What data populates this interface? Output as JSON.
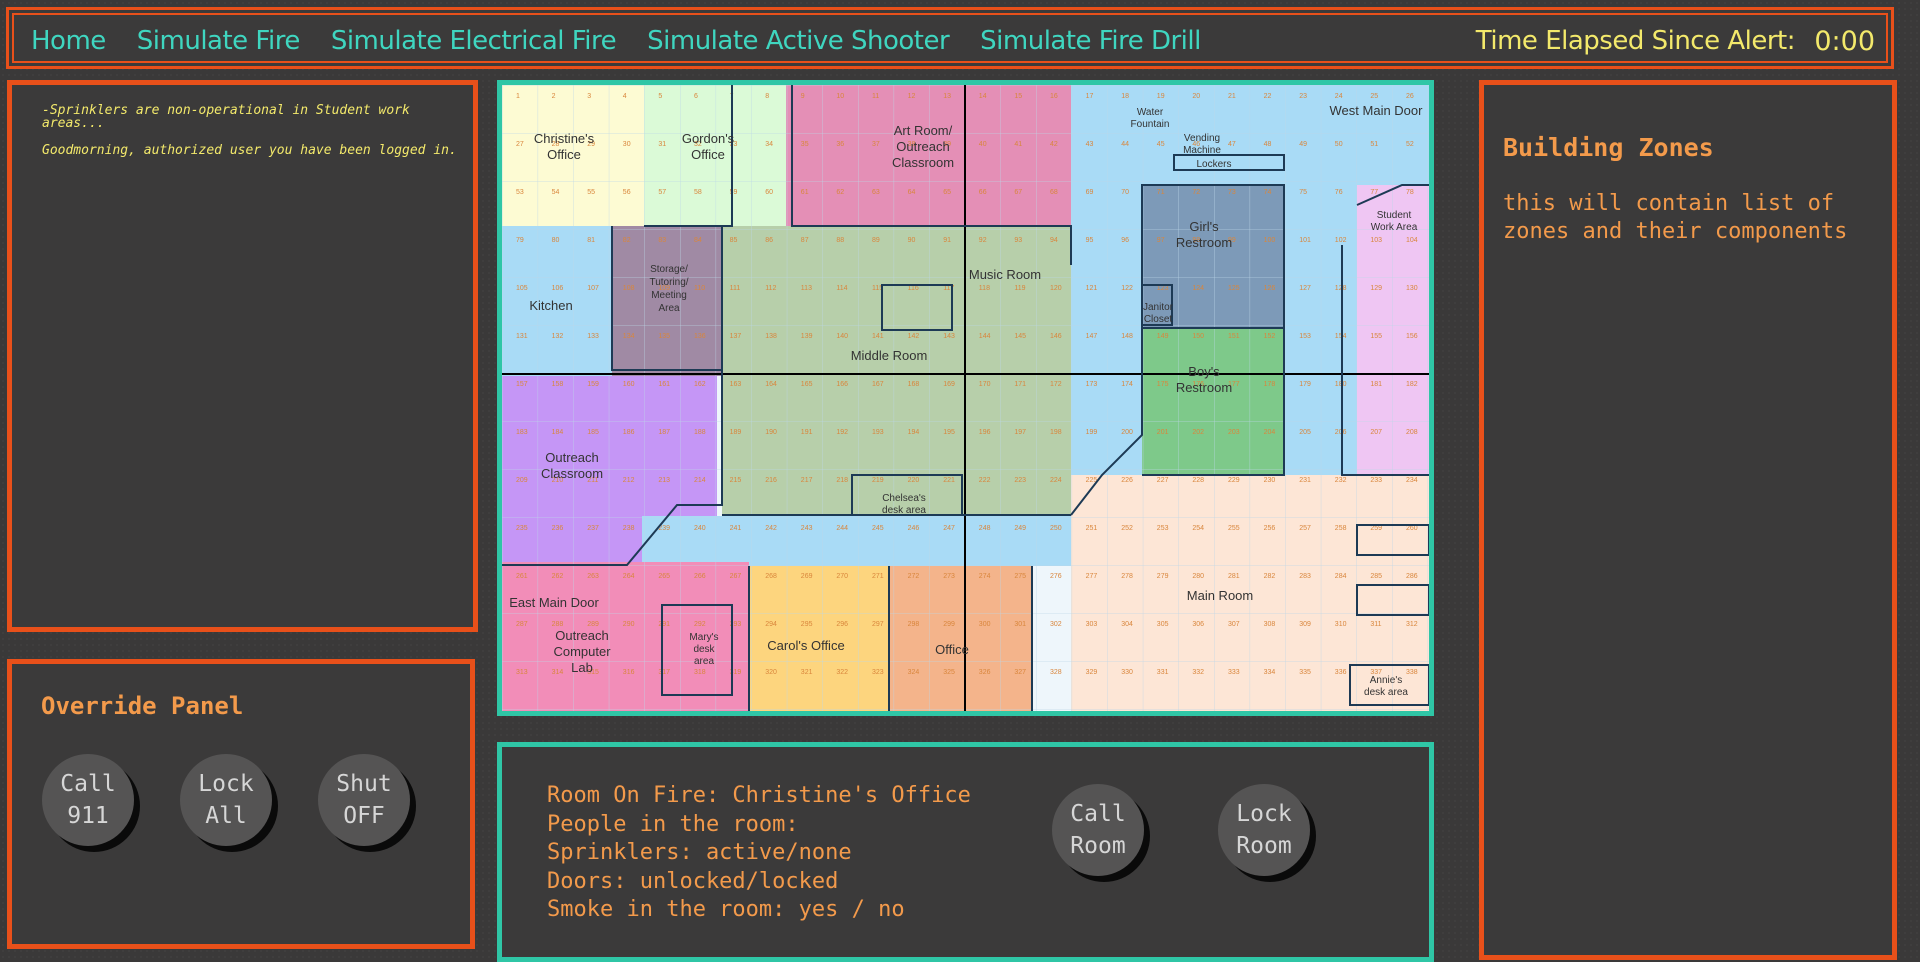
{
  "nav": {
    "links": [
      "Home",
      "Simulate Fire",
      "Simulate Electrical Fire",
      "Simulate Active Shooter",
      "Simulate Fire Drill"
    ],
    "timer_label": "Time Elapsed Since Alert:",
    "timer_value": "0:00"
  },
  "messages": [
    "-Sprinklers are non-operational in Student work areas...",
    "Goodmorning, authorized user you have been logged in."
  ],
  "override": {
    "title": "Override Panel",
    "buttons": [
      {
        "line1": "Call",
        "line2": "911"
      },
      {
        "line1": "Lock",
        "line2": "All"
      },
      {
        "line1": "Shut",
        "line2": "OFF"
      }
    ]
  },
  "map": {
    "rooms": [
      "Christine's Office",
      "Gordon's Office",
      "Art Room/ Outreach Classroom",
      "Water Fountain",
      "Vending Machine",
      "Lockers",
      "West Main Door",
      "Kitchen",
      "Storage/ Tutoring/ Meeting Area",
      "Music Room",
      "Janitor Closet",
      "Girl's Restroom",
      "Student Work Area",
      "Middle Room",
      "Boy's Restroom",
      "Outreach Classroom",
      "Chelsea's desk area",
      "East Main Door",
      "Outreach Computer Lab",
      "Mary's desk area",
      "Carol's Office",
      "Office",
      "Main Room",
      "Annie's desk area"
    ]
  },
  "room_info": {
    "room_on_fire": "Room On Fire: Christine's Office",
    "people": "People in the room:",
    "sprinklers": "Sprinklers: active/none",
    "doors": "Doors: unlocked/locked",
    "smoke": "Smoke in the room: yes / no",
    "call_button": {
      "line1": "Call",
      "line2": "Room"
    },
    "lock_button": {
      "line1": "Lock",
      "line2": "Room"
    }
  },
  "zones": {
    "title": "Building Zones",
    "description": "this will contain list of zones and their components"
  },
  "colors": {
    "orange_border": "#e8501a",
    "teal_border": "#2fc6a6",
    "nav_link": "#3fd6c0",
    "timer": "#f3e96b",
    "accent_text": "#f39a4b"
  }
}
